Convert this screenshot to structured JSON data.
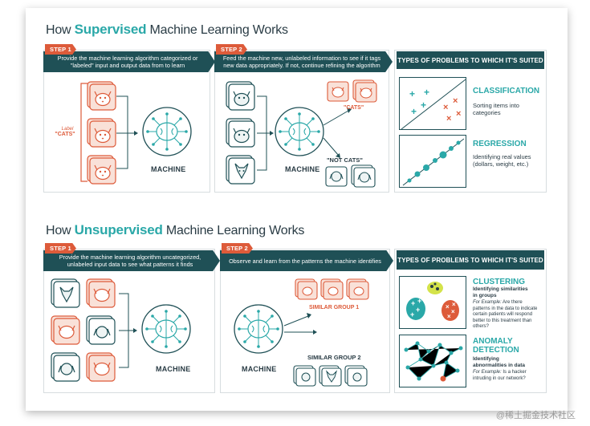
{
  "supervised": {
    "title_pre": "How ",
    "title_highlight": "Supervised",
    "title_post": " Machine Learning Works",
    "step1": {
      "tag": "STEP 1",
      "text": "Provide the machine learning algorithm categorized or \"labeled\" input and output data from to learn",
      "label_small": "Label",
      "label_cats": "\"CATS\"",
      "machine": "MACHINE"
    },
    "step2": {
      "tag": "STEP 2",
      "text": "Feed the machine new, unlabeled information to see if it tags new data appropriately. If not, continue refining the algorithm",
      "cats": "\"CATS\"",
      "not_cats": "\"NOT CATS\"",
      "machine": "MACHINE"
    },
    "types": {
      "header": "TYPES OF PROBLEMS TO WHICH IT'S SUITED",
      "cards": [
        {
          "title": "CLASSIFICATION",
          "desc": "Sorting items into categories"
        },
        {
          "title": "REGRESSION",
          "desc": "Identifying real values (dollars, weight, etc.)"
        }
      ]
    }
  },
  "unsupervised": {
    "title_pre": "How ",
    "title_highlight": "Unsupervised",
    "title_post": " Machine Learning Works",
    "step1": {
      "tag": "STEP 1",
      "text": "Provide the machine learning algorithm uncategorized, unlabeled input data to see what patterns it finds",
      "machine": "MACHINE"
    },
    "step2": {
      "tag": "STEP 2",
      "text": "Observe and learn from the patterns the machine identifies",
      "group1": "SIMILAR GROUP 1",
      "group2": "SIMILAR GROUP 2",
      "machine": "MACHINE"
    },
    "types": {
      "header": "TYPES OF PROBLEMS TO WHICH IT'S SUITED",
      "cards": [
        {
          "title": "CLUSTERING",
          "desc": "Identifying similarities in groups",
          "example_label": "For Example:",
          "example": " Are there patterns in the data to indicate certain patients will respond better to this treatment than others?"
        },
        {
          "title": "ANOMALY DETECTION",
          "desc": "Identifying abnormalities in data",
          "example_label": "For Example:",
          "example": " Is a hacker intruding in our network?"
        }
      ]
    }
  },
  "watermark": "@稀土掘金技术社区",
  "colors": {
    "teal": "#2aa8a8",
    "dark": "#1f5056",
    "orange": "#dd5b3a",
    "text": "#2a3c45"
  }
}
